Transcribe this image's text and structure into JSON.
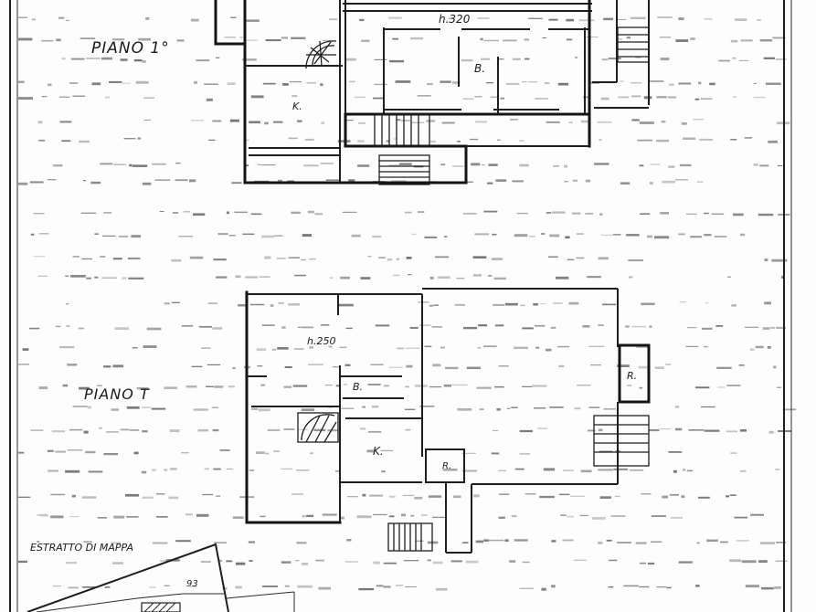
{
  "labels": {
    "first_floor_title": "PIANO 1°",
    "ground_floor_title": "PIANO T",
    "map_extract_title": "ESTRATTO DI MAPPA",
    "first_floor_height": "h.320",
    "ground_floor_height": "h.250",
    "parcel_number": "93"
  },
  "room_labels": {
    "first_floor": {
      "kitchen": "K.",
      "bathroom": "B."
    },
    "ground_floor": {
      "bathroom": "B.",
      "kitchen": "K.",
      "storage_small": "R.",
      "storage_right": "R."
    }
  },
  "style": {
    "ink_color": "#141414",
    "paper_color": "#fdfdfd",
    "scan_noise_color": "#3a3a3a"
  }
}
